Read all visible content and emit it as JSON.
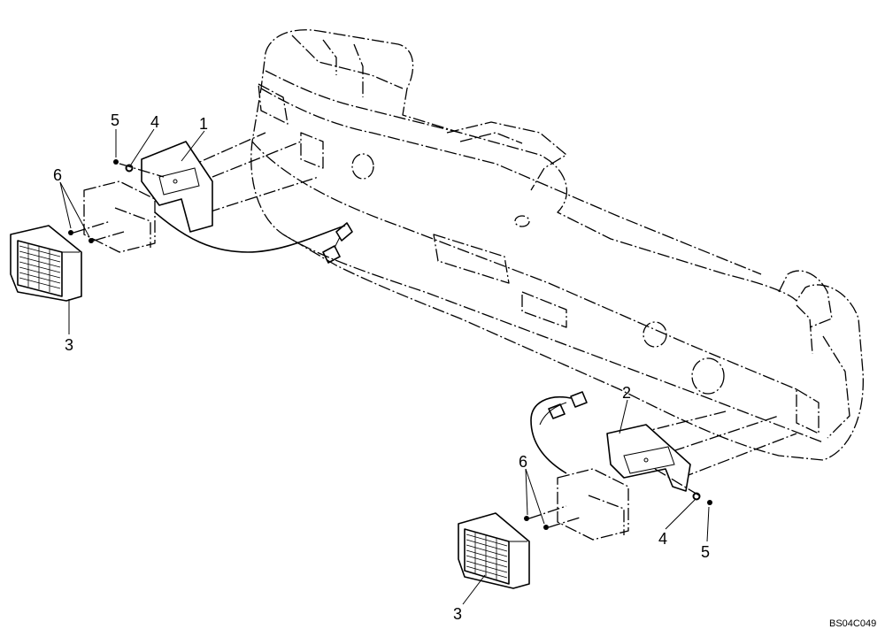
{
  "callouts": {
    "left": {
      "bracket": "1",
      "washer": "4",
      "nut": "5",
      "screws": "6",
      "lamp": "3"
    },
    "right": {
      "bracket": "2",
      "washer": "4",
      "nut": "5",
      "screws": "6",
      "lamp": "3"
    }
  },
  "drawing_code": "BS04C049"
}
